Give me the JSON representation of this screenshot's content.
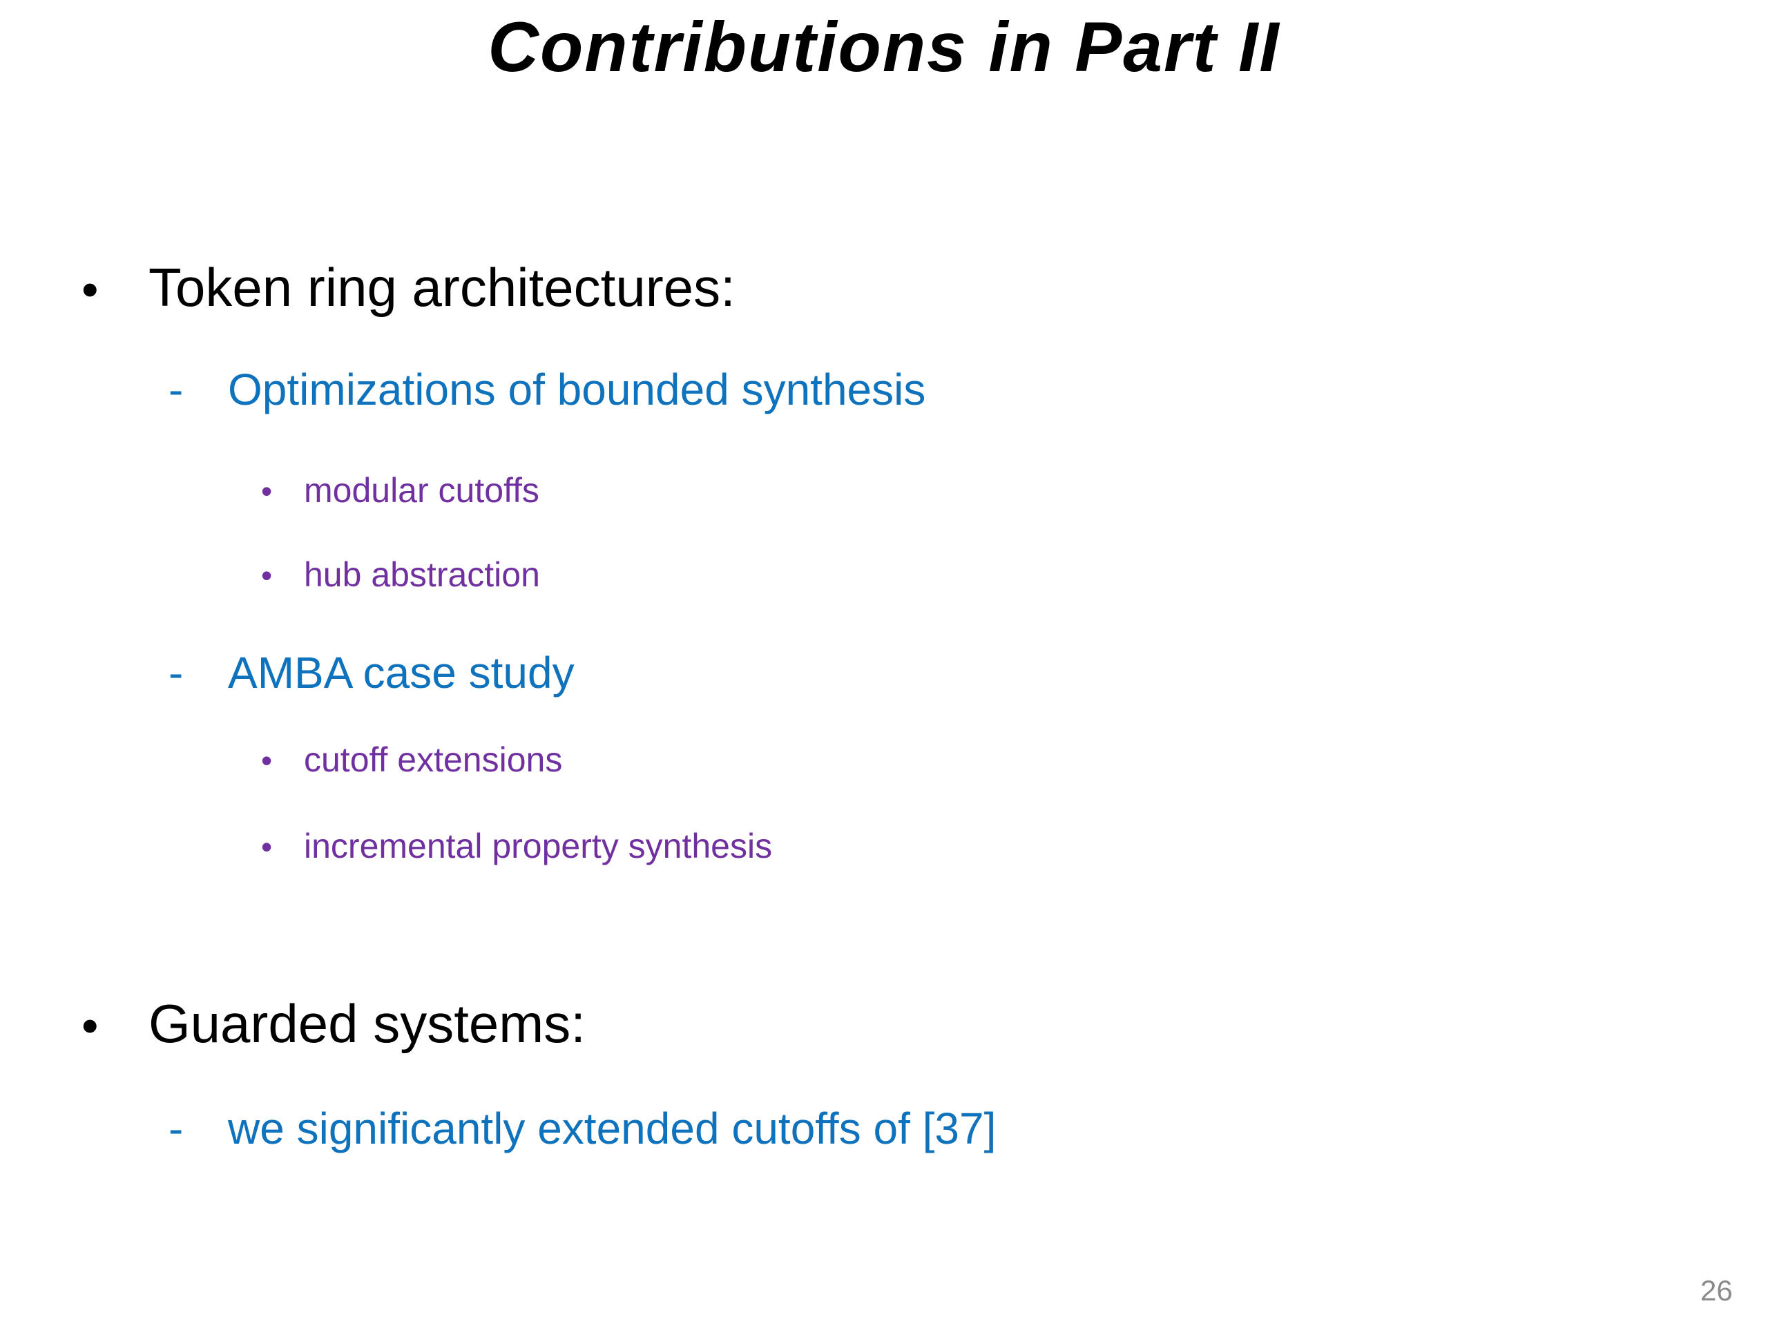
{
  "slide": {
    "title": "Contributions in Part II",
    "page_number": "26",
    "colors": {
      "title": "#000000",
      "level1": "#000000",
      "level2": "#0F72BC",
      "level3": "#7030A0",
      "page": "#8A8A8A"
    },
    "bullets": [
      {
        "level": 1,
        "marker": "•",
        "text": "Token ring architectures:"
      },
      {
        "level": 2,
        "marker": "-",
        "text": "Optimizations of bounded synthesis"
      },
      {
        "level": 3,
        "marker": "•",
        "text": "modular cutoffs"
      },
      {
        "level": 3,
        "marker": "•",
        "text": "hub abstraction"
      },
      {
        "level": 2,
        "marker": "-",
        "text": "AMBA case study"
      },
      {
        "level": 3,
        "marker": "•",
        "text": "cutoff extensions"
      },
      {
        "level": 3,
        "marker": "•",
        "text": "incremental property synthesis"
      },
      {
        "level": 1,
        "marker": "•",
        "text": "Guarded systems:"
      },
      {
        "level": 2,
        "marker": "-",
        "text": "we significantly extended cutoffs of [37]"
      }
    ]
  }
}
